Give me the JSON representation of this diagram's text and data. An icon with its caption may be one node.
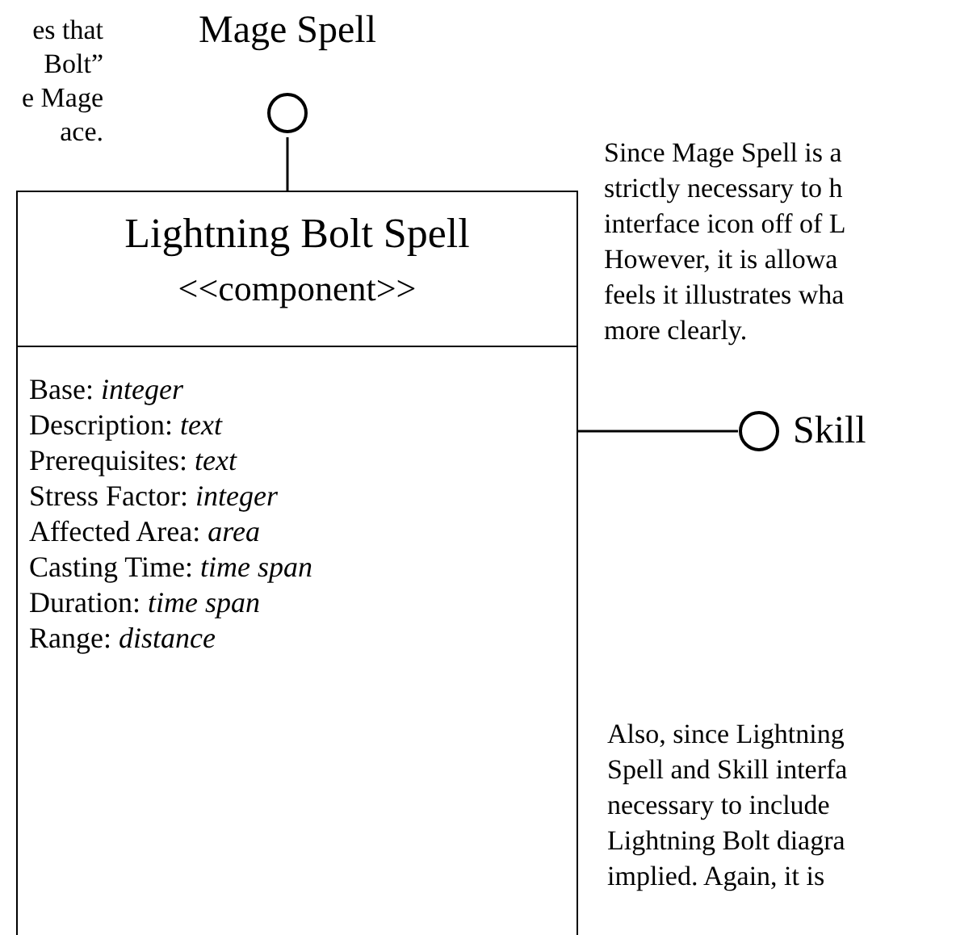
{
  "diagram": {
    "nodes": [
      {
        "text": [
          "Mage Spell"
        ]
      },
      {
        "text": [
          "Lightning Bolt Spell",
          "<<component>>",
          "Base: *integer*",
          "Description: *text*",
          "Prerequisites: *text*",
          "Stress Factor: *integer*",
          "Affected Area: *area*",
          "Casting Time: *time span*",
          "Duration: *time span*",
          "Range: *distance*"
        ]
      },
      {
        "text": [
          "Skill"
        ]
      }
    ],
    "edges": [
      {
        "from": 1,
        "to": 0,
        "arrow": "none"
      },
      {
        "from": 1,
        "to": 2,
        "arrow": "none"
      }
    ],
    "labels": [
      "es that",
      "Bolt”",
      "e Mage",
      "ace.",
      "Since Mage Spell is a",
      "strictly necessary to h",
      "interface icon off of L",
      "However, it is allowa",
      "feels it illustrates wha",
      "more clearly.",
      "Also, since Lightning",
      "Spell and Skill interfa",
      "necessary to include",
      "Lightning Bolt diagra",
      "implied.  Again, it is"
    ]
  }
}
